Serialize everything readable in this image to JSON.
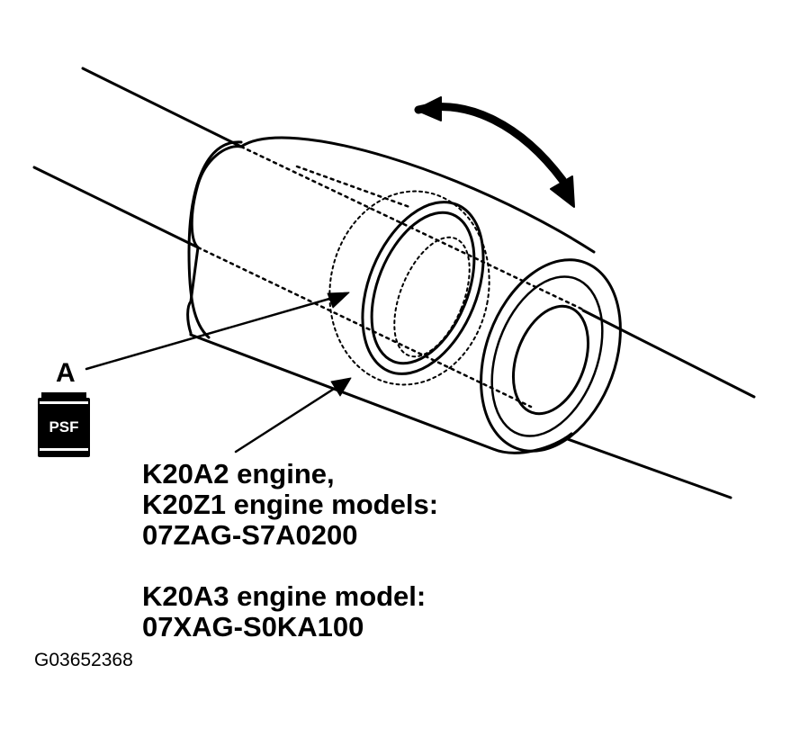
{
  "callout": {
    "letter": "A"
  },
  "psf_icon": {
    "name": "psf-container-icon",
    "label": "PSF"
  },
  "notes": {
    "line1": "K20A2 engine,",
    "line2": "K20Z1 engine models:",
    "line3": "07ZAG-S7A0200",
    "line4": "K20A3 engine model:",
    "line5": "07XAG-S0KA100"
  },
  "figure_id": "G03652368",
  "colors": {
    "ink": "#000000",
    "paper": "#ffffff"
  }
}
